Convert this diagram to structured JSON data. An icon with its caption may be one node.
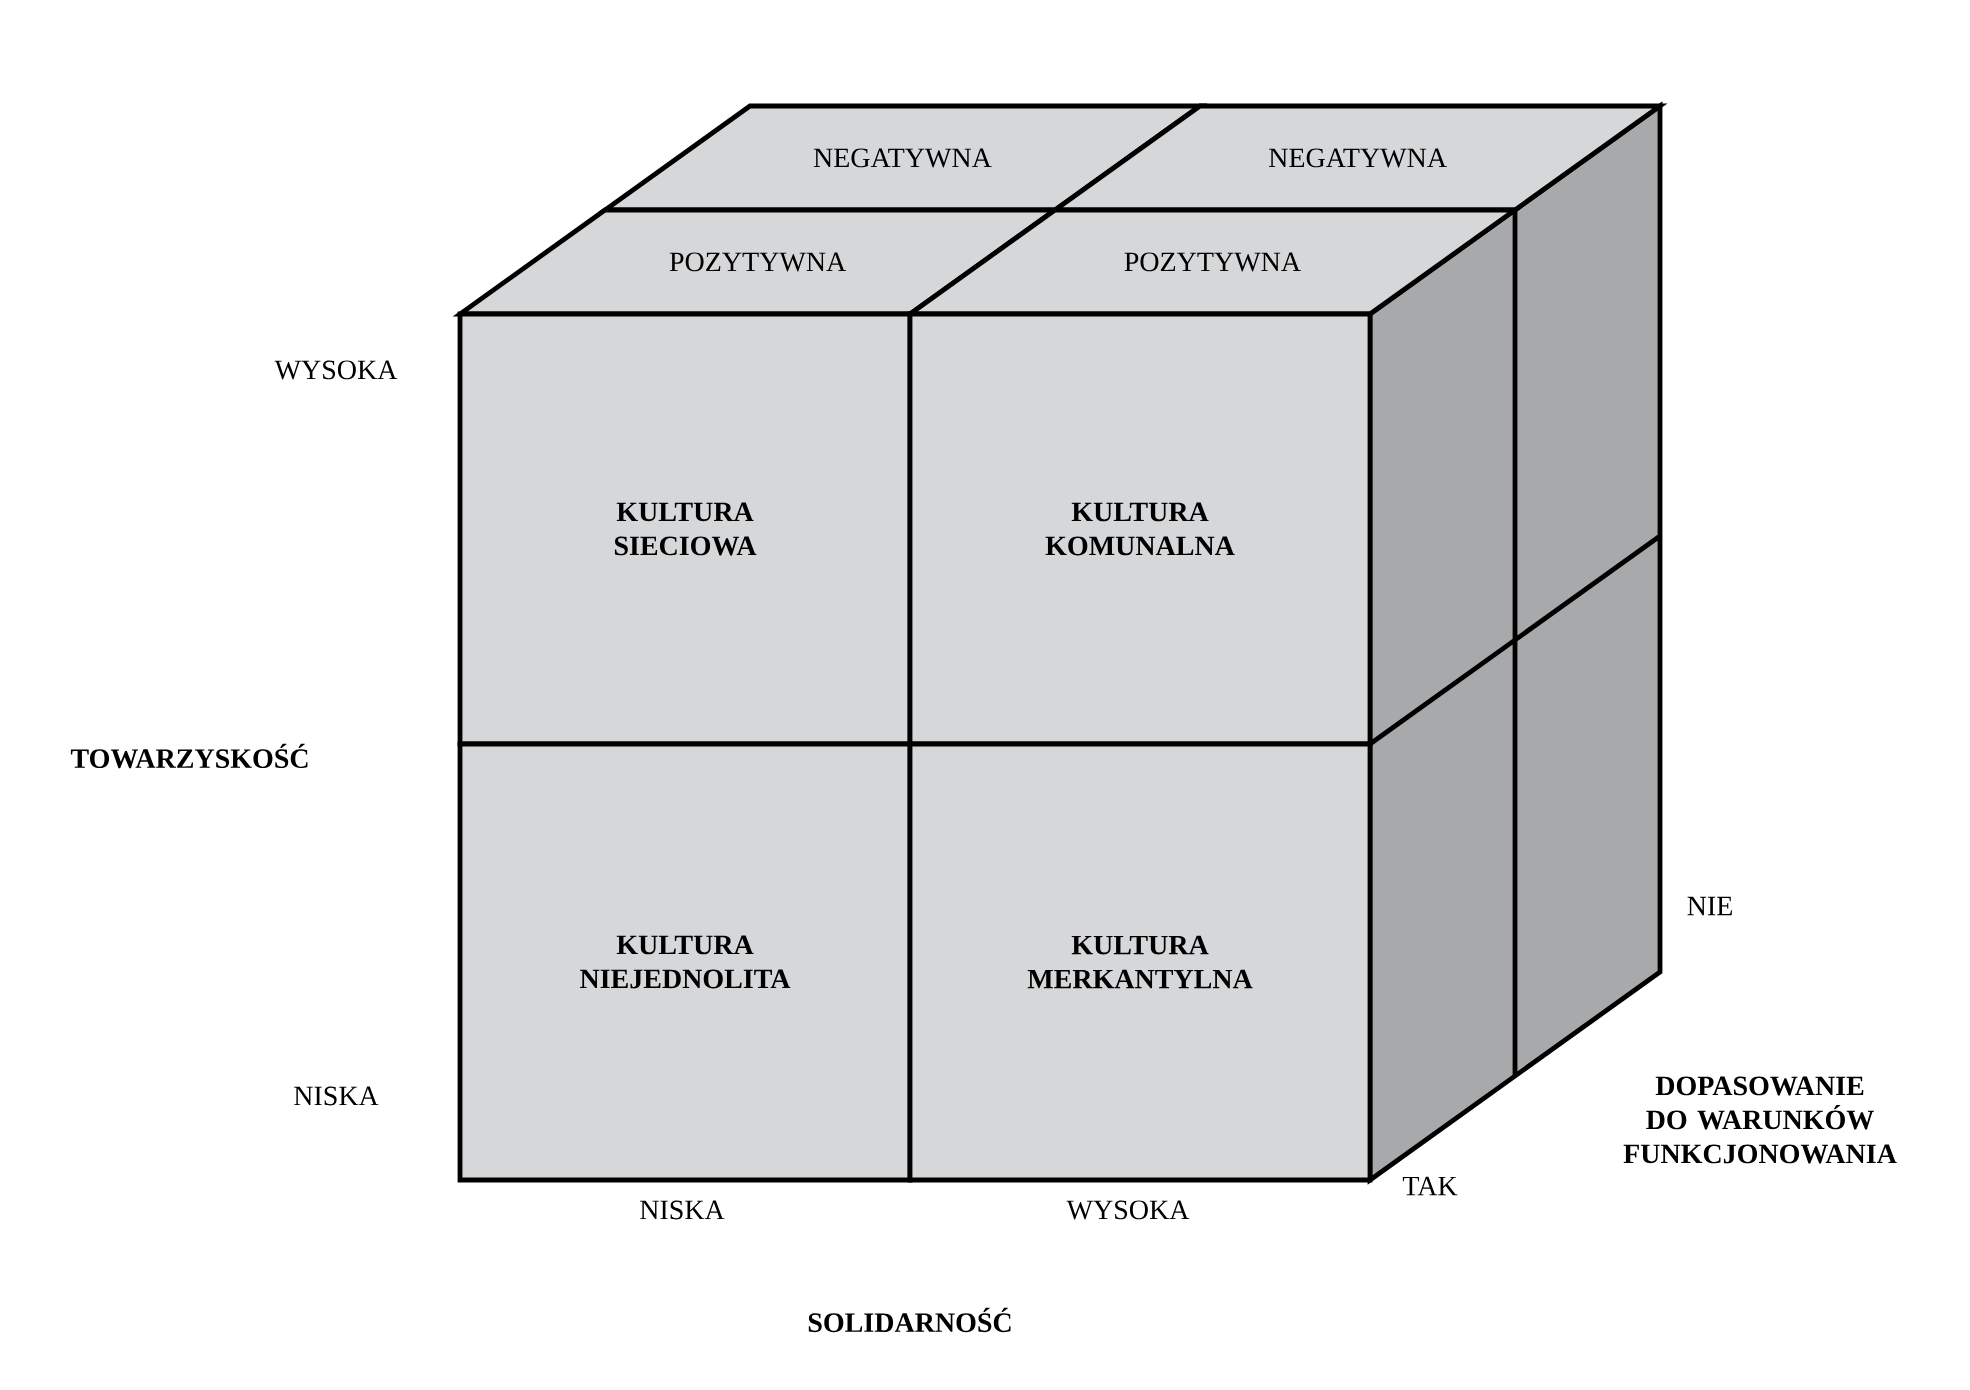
{
  "diagram": {
    "nodes": [
      {
        "text": [
          "NEGATYWNA"
        ]
      },
      {
        "text": [
          "NEGATYWNA"
        ]
      },
      {
        "text": [
          "POZYTYWNA"
        ]
      },
      {
        "text": [
          "POZYTYWNA"
        ]
      },
      {
        "text": [
          "KULTURA SIECIOWA"
        ]
      },
      {
        "text": [
          "KULTURA KOMUNALNA"
        ]
      },
      {
        "text": [
          "KULTURA NIEJEDNOLITA"
        ]
      },
      {
        "text": [
          "KULTURA MERKANTYLNA"
        ]
      }
    ],
    "labels": [
      "WYSOKA",
      "TOWARZYSKOŚĆ",
      "NIE",
      "DOPASOWANIE DO WARUNKÓW FUNKCJONOWANIA",
      "NISKA",
      "NISKA",
      "WYSOKA",
      "TAK",
      "SOLIDARNOŚĆ"
    ]
  }
}
